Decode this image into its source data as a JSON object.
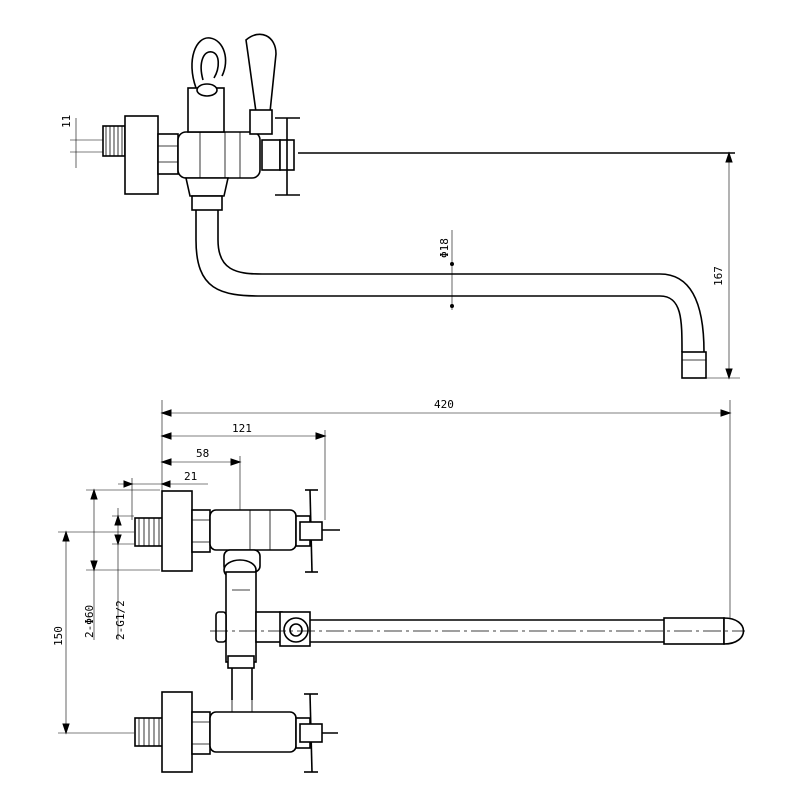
{
  "dimensions": {
    "thread_len": "11",
    "pipe_diameter": "Φ18",
    "spout_drop": "167",
    "overall_length": "420",
    "length_121": "121",
    "length_58": "58",
    "length_21": "21",
    "diameter_60": "2-Φ60",
    "thread_g12": "2-G1/2",
    "center_150": "150"
  }
}
